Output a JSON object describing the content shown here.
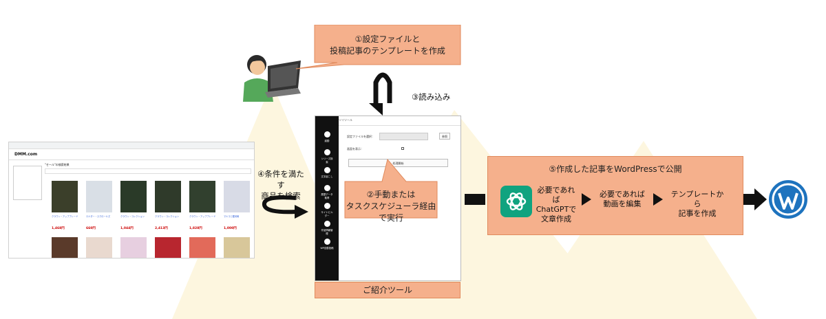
{
  "colors": {
    "orange_fill": "#f5b08c",
    "orange_border": "#e08a5c",
    "arrow": "#111111",
    "glow": "#fdf6df",
    "chatgpt": "#10a37f",
    "wordpress": "#1e73be"
  },
  "labels": {
    "step1_line1": "①設定ファイルと",
    "step1_line2": "投稿記事のテンプレートを作成",
    "step3": "③読み込み",
    "step4_line1": "④条件を満たす",
    "step4_line2": "商品を検索",
    "step2_line1": "②手動または",
    "step2_line2": "タスクスケジューラ経由で実行",
    "tool_caption": "ご紹介ツール",
    "step5_title": "⑤作成した記事をWordPressで公開",
    "chatgpt_line1": "必要であれば",
    "chatgpt_line2": "ChatGPTで",
    "chatgpt_line3": "文章作成",
    "video_line1": "必要であれば",
    "video_line2": "動画を編集",
    "template_line1": "テンプレートから",
    "template_line2": "記事を作成"
  },
  "browser": {
    "logo": "DMM.com",
    "breadcrumb": "\"セール\"の検索結果",
    "prices": [
      "1,468円",
      "660円",
      "1,044円",
      "2,413円",
      "1,828円",
      "1,000円"
    ]
  },
  "tool": {
    "window_title": "ツイツール",
    "settings_label": "設定ファイルを選択：",
    "browse_button": "参照",
    "headless_label": "画面を表示：",
    "run_button": "処理開始",
    "menu": [
      "起動",
      "シリーズ検索",
      "文字起こし",
      "履歴データ取得",
      "サイトビルダー",
      "作品情報管理",
      "WP自動投稿"
    ]
  },
  "icons": [
    "person-at-laptop-icon",
    "chatgpt-logo-icon",
    "wordpress-logo-icon",
    "arrow-icon"
  ]
}
